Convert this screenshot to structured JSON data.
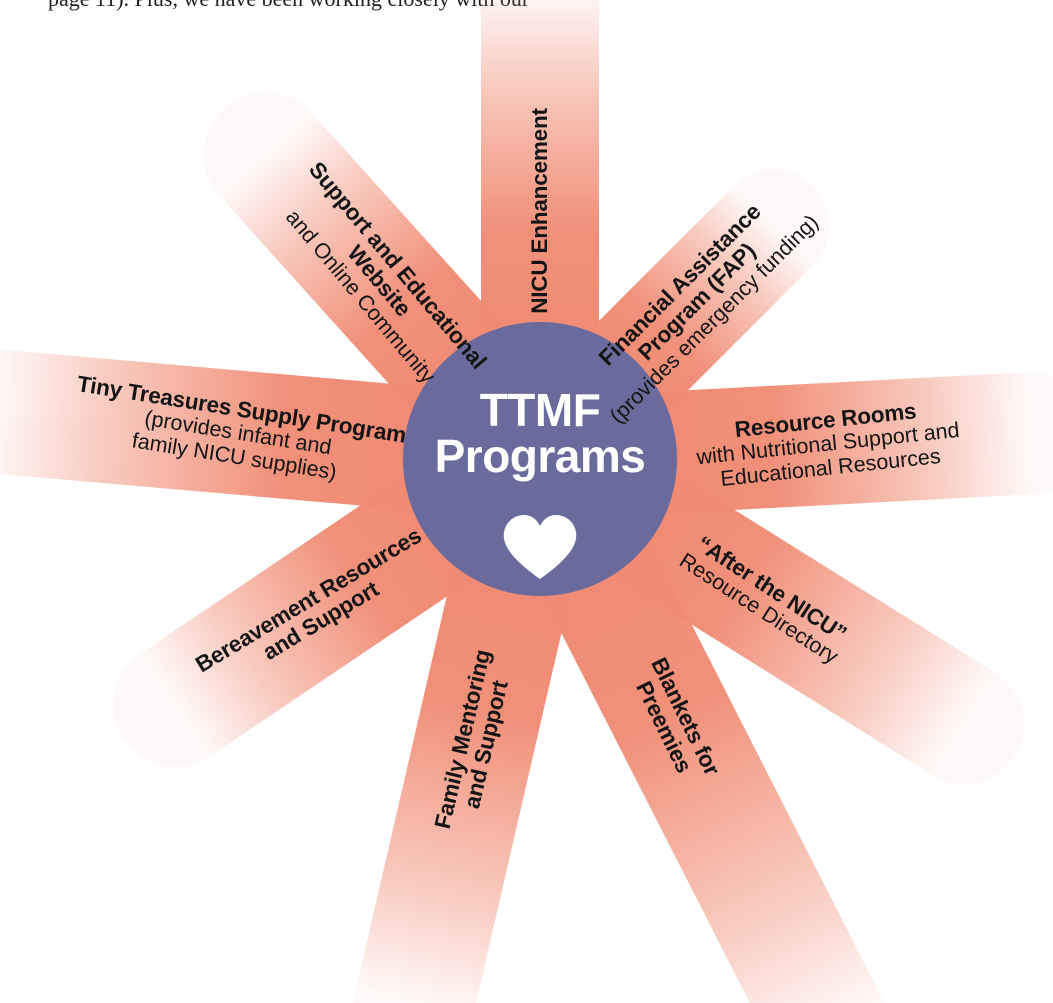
{
  "intro_text": "page 11). Plus, we have been working closely with our",
  "colors": {
    "petal_core": "#f08a72",
    "petal_fade": "#ffffff",
    "hub": "#6b6a9c",
    "hub_text": "#ffffff"
  },
  "hub": {
    "title_line1": "TTMF",
    "title_line2": "Programs",
    "icon": "heart-icon"
  },
  "petals": [
    {
      "id": "nicu-enhancement",
      "bold": [
        "NICU Enhancement"
      ],
      "normal": []
    },
    {
      "id": "financial-assistance",
      "bold": [
        "Financial Assistance",
        "Program (FAP)"
      ],
      "normal": [
        "(provides emergency funding)"
      ]
    },
    {
      "id": "resource-rooms",
      "bold": [
        "Resource Rooms"
      ],
      "normal": [
        "with Nutritional Support and",
        "Educational Resources"
      ]
    },
    {
      "id": "after-the-nicu",
      "bold": [
        "“After the NICU”"
      ],
      "normal": [
        "Resource Directory"
      ]
    },
    {
      "id": "blankets-for-preemies",
      "bold": [
        "Blankets for",
        "Preemies"
      ],
      "normal": []
    },
    {
      "id": "family-mentoring",
      "bold": [
        "Family Mentoring",
        "and Support"
      ],
      "normal": []
    },
    {
      "id": "bereavement",
      "bold": [
        "Bereavement Resources",
        "and Support"
      ],
      "normal": []
    },
    {
      "id": "tiny-treasures",
      "bold": [
        "Tiny Treasures Supply Program"
      ],
      "normal": [
        "(provides infant and",
        "family NICU supplies)"
      ]
    },
    {
      "id": "support-educational",
      "bold": [
        "Support and Educational",
        "Website"
      ],
      "normal": [
        "and Online Community"
      ]
    }
  ]
}
